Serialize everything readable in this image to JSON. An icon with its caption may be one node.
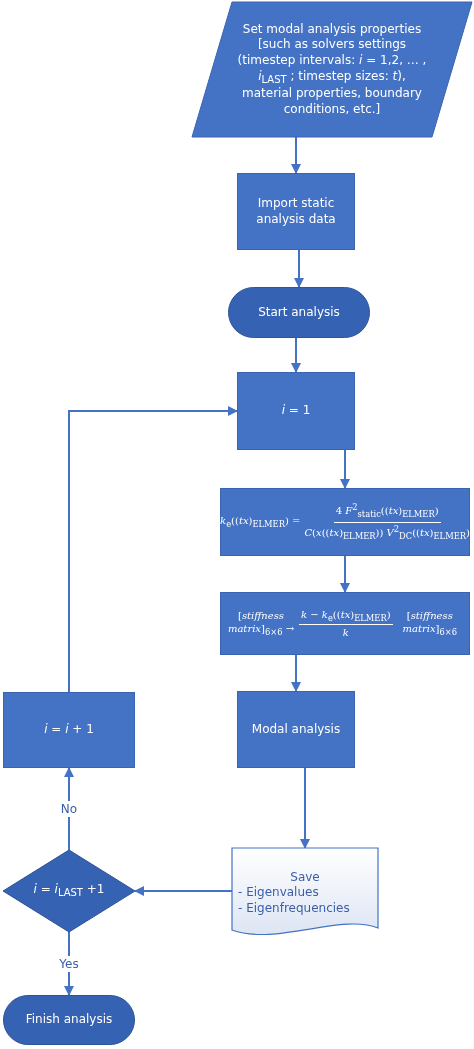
{
  "diagram": {
    "nodes": [
      {
        "text": [
          "Set modal analysis properties [such as solvers settings (timestep intervals: *i* = 1,2, … , *i*$_{LAST}$ ; timestep sizes: *t*), material properties, boundary conditions, etc.]"
        ]
      },
      {
        "text": [
          "Import static analysis data"
        ]
      },
      {
        "text": [
          "Start analysis"
        ]
      },
      {
        "text": [
          "*i* = 1"
        ]
      },
      {
        "text": [
          "*k*$_{e}$((*tx*)$_{ELMER}$) =",
          "4 *F*$^{2}$$_{static}$((*tx*)$_{ELMER}$)",
          "*C*(*x*((*tx*)$_{ELMER}$)) *V*$^{2}$$_{DC}$((*tx*)$_{ELMER}$)"
        ]
      },
      {
        "text": [
          "[*stiffness matrix*]$_{6×6}$ →",
          "*k* − *k*$_{e}$((*tx*)$_{ELMER}$)",
          "*k*",
          "[*stiffness matrix*]$_{6×6}$"
        ]
      },
      {
        "text": [
          "Modal analysis"
        ]
      },
      {
        "text": [
          "Save",
          "- Eigenvalues",
          "- Eigenfrequencies"
        ]
      },
      {
        "text": [
          "*i* = *i*$_{LAST}$ +1"
        ]
      },
      {
        "text": [
          "*i* = *i* + 1"
        ]
      },
      {
        "text": [
          "Finish analysis"
        ]
      }
    ],
    "edges": [
      {
        "from": 0,
        "to": 1,
        "arrow": "to"
      },
      {
        "from": 1,
        "to": 2,
        "arrow": "to"
      },
      {
        "from": 2,
        "to": 3,
        "arrow": "to"
      },
      {
        "from": 3,
        "to": 4,
        "arrow": "to"
      },
      {
        "from": 4,
        "to": 5,
        "arrow": "to"
      },
      {
        "from": 5,
        "to": 6,
        "arrow": "to"
      },
      {
        "from": 6,
        "to": 7,
        "arrow": "to"
      },
      {
        "from": 7,
        "to": 8,
        "arrow": "to"
      },
      {
        "from": 8,
        "to": 9,
        "arrow": "to",
        "label": "No"
      },
      {
        "from": 9,
        "to": 3,
        "arrow": "to"
      },
      {
        "from": 8,
        "to": 10,
        "arrow": "to",
        "label": "Yes"
      }
    ]
  }
}
